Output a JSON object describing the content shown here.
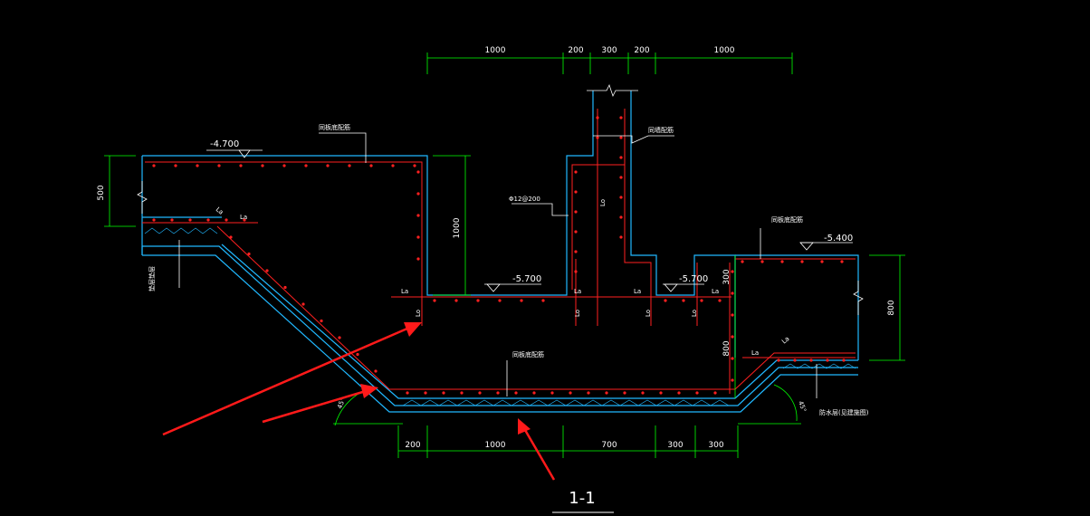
{
  "top_dims": [
    "1000",
    "200",
    "300",
    "200",
    "1000"
  ],
  "bottom_dims": [
    "200",
    "1000",
    "700",
    "300",
    "300"
  ],
  "left_dim": "500",
  "mid_dims": {
    "pit_depth": "1000",
    "right_step": "300",
    "right_lower": "800",
    "right_total": "800"
  },
  "elevations": {
    "top_left": "-4.700",
    "bottom_left": "-5.700",
    "bottom_mid": "-5.700",
    "right": "-5.400"
  },
  "labels": {
    "la": "La",
    "la_lower": "Lo",
    "rebar_spec": "Φ12@200",
    "note_top_left": "同板底配筋",
    "note_column": "同墙配筋",
    "note_bottom": "同板底配筋",
    "note_right": "同板底配筋",
    "note_cushion": "垫层垫层",
    "note_waterproof": "防水层(见建施图)",
    "angle_left": "45°",
    "angle_right": "45°"
  },
  "section_title": "1-1",
  "colors": {
    "concrete": "#20b8ff",
    "rebar": "#ff2020",
    "dims": "#00ff00",
    "annotations": "#ffffff",
    "arrows": "#ff1a1a"
  }
}
